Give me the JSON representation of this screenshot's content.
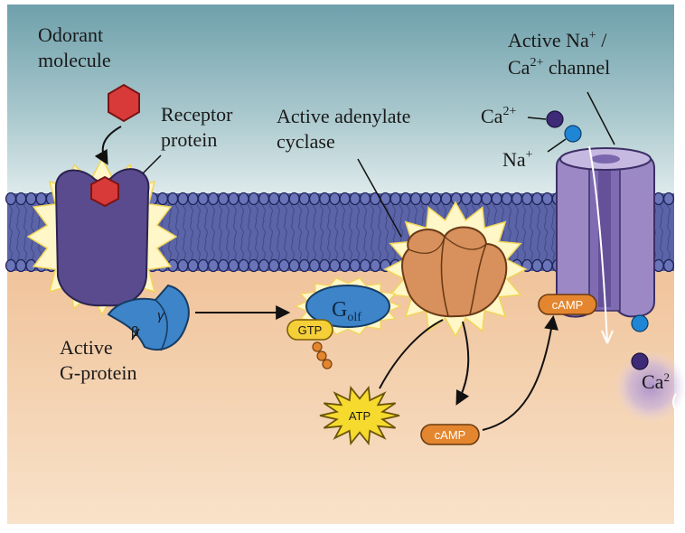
{
  "labels": {
    "odorant_line1": "Odorant",
    "odorant_line2": "molecule",
    "receptor_line1": "Receptor",
    "receptor_line2": "protein",
    "adenylate_line1": "Active adenylate",
    "adenylate_line2": "cyclase",
    "channel_line1_a": "Active Na",
    "channel_line1_sup": "+",
    "channel_line1_b": " /",
    "channel_line2_a": "Ca",
    "channel_line2_sup": "2+",
    "channel_line2_b": " channel",
    "ca_ion": "Ca",
    "ca_ion_sup": "2+",
    "na_ion": "Na",
    "na_ion_sup": "+",
    "gprotein_line1": "Active",
    "gprotein_line2": "G-protein",
    "gamma": "γ",
    "beta": "β",
    "golf_main": "G",
    "golf_sub": "olf",
    "gtp": "GTP",
    "atp": "ATP",
    "camp_bottom": "cAMP",
    "camp_channel": "cAMP",
    "ca_inside": "Ca",
    "ca_inside_sup": "2"
  },
  "colors": {
    "sky_top": "#6ea0ab",
    "sky_bottom": "#e4eeef",
    "cytoplasm_top": "#f0c39a",
    "cytoplasm_bottom": "#f8e2c9",
    "membrane": "#5b64a6",
    "receptor": "#5a4b8e",
    "gprotein": "#3d84c9",
    "odorant": "#d83a3a",
    "adenylate": "#d8915c",
    "channel": "#9b88c4",
    "camp": "#e3862f",
    "gtp": "#f4cf38",
    "atp": "#f7da2e",
    "calcium": "#3f2a78",
    "sodium": "#1f86d6"
  }
}
